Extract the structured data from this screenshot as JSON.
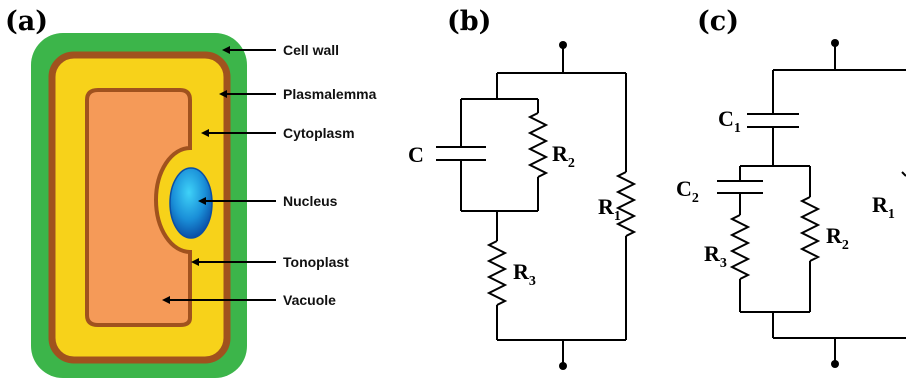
{
  "panels": {
    "a": "(a)",
    "b": "(b)",
    "c": "(c)"
  },
  "cell_labels": {
    "cell_wall": "Cell wall",
    "plasmalemma": "Plasmalemma",
    "cytoplasm": "Cytoplasm",
    "nucleus": "Nucleus",
    "tonoplast": "Tonoplast",
    "vacuole": "Vacuole"
  },
  "circuit_b": {
    "c": "C",
    "r1": "R",
    "r1_sub": "1",
    "r2": "R",
    "r2_sub": "2",
    "r3": "R",
    "r3_sub": "3"
  },
  "circuit_c": {
    "c1": "C",
    "c1_sub": "1",
    "c2": "C",
    "c2_sub": "2",
    "r1": "R",
    "r1_sub": "1",
    "r2": "R",
    "r2_sub": "2",
    "r3": "R",
    "r3_sub": "3"
  },
  "colors": {
    "cell_wall": "#3cb54a",
    "plasmalemma": "#a0521e",
    "cytoplasm": "#f7d21a",
    "vacuole": "#f59a58",
    "tonoplast": "#a0521e",
    "nucleus_inner": "#2cc0f0",
    "nucleus_outer": "#1060b8"
  }
}
